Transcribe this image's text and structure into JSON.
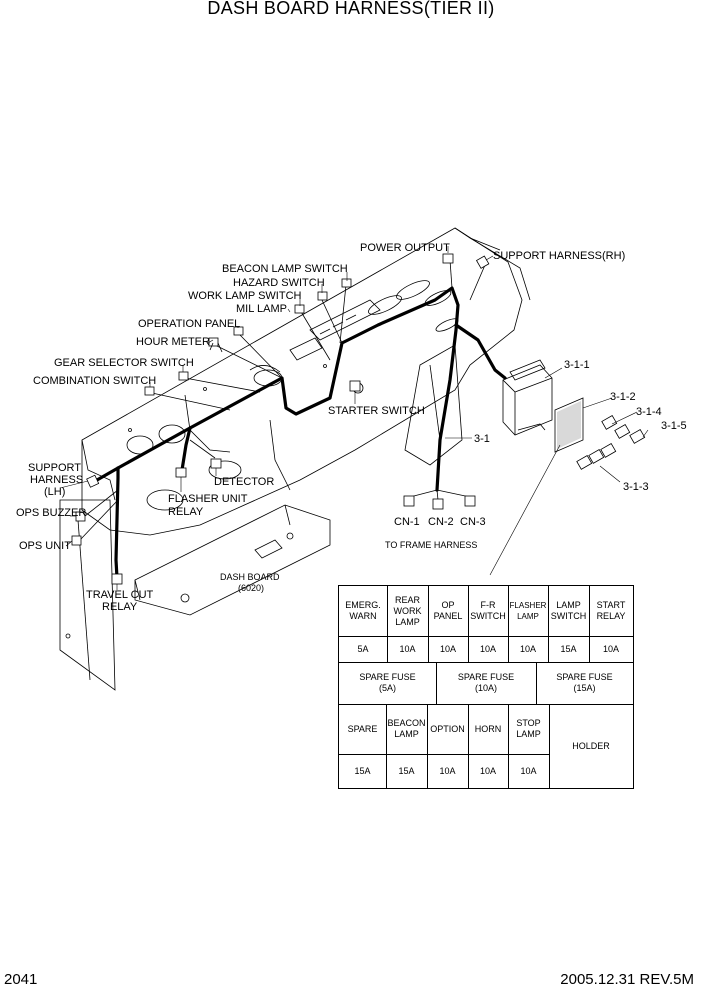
{
  "title": "DASH BOARD HARNESS(TIER II)",
  "footer": {
    "page": "2041",
    "revision": "2005.12.31  REV.5M"
  },
  "callouts": {
    "power_output": "POWER OUTPUT",
    "support_harness_rh": "SUPPORT HARNESS(RH)",
    "beacon_lamp_switch": "BEACON LAMP SWITCH",
    "hazard_switch": "HAZARD SWITCH",
    "work_lamp_switch": "WORK LAMP SWITCH",
    "mil_lamp": "MIL LAMP",
    "operation_panel": "OPERATION PANEL",
    "hour_meter": "HOUR METER",
    "gear_selector_switch": "GEAR SELECTOR SWITCH",
    "combination_switch": "COMBINATION SWITCH",
    "starter_switch": "STARTER SWITCH",
    "support_harness_lh_1": "SUPPORT",
    "support_harness_lh_2": "HARNESS",
    "support_harness_lh_3": "(LH)",
    "ops_buzzer": "OPS BUZZER",
    "ops_unit": "OPS UNIT",
    "detector": "DETECTOR",
    "flasher_unit_relay_1": "FLASHER UNIT",
    "flasher_unit_relay_2": "RELAY",
    "travel_cut_relay_1": "TRAVEL CUT",
    "travel_cut_relay_2": "RELAY",
    "dash_board_1": "DASH BOARD",
    "dash_board_2": "(6020)",
    "cn1": "CN-1",
    "cn2": "CN-2",
    "cn3": "CN-3",
    "to_frame_harness": "TO FRAME HARNESS",
    "p3_1": "3-1",
    "p3_1_1": "3-1-1",
    "p3_1_2": "3-1-2",
    "p3_1_3": "3-1-3",
    "p3_1_4": "3-1-4",
    "p3_1_5": "3-1-5"
  },
  "fuse_table": {
    "row1_headers": [
      "EMERG.\nWARN",
      "REAR\nWORK\nLAMP",
      "OP\nPANEL",
      "F-R\nSWITCH",
      "FLASHER\nLAMP",
      "LAMP\nSWITCH",
      "START\nRELAY"
    ],
    "row1_values": [
      "5A",
      "10A",
      "10A",
      "10A",
      "10A",
      "15A",
      "10A"
    ],
    "spare_fuses": [
      "SPARE FUSE\n(5A)",
      "SPARE FUSE\n(10A)",
      "SPARE FUSE\n(15A)"
    ],
    "row3_headers": [
      "SPARE",
      "BEACON\nLAMP",
      "OPTION",
      "HORN",
      "STOP\nLAMP"
    ],
    "row3_values": [
      "15A",
      "15A",
      "10A",
      "10A",
      "10A"
    ],
    "holder": "HOLDER"
  }
}
